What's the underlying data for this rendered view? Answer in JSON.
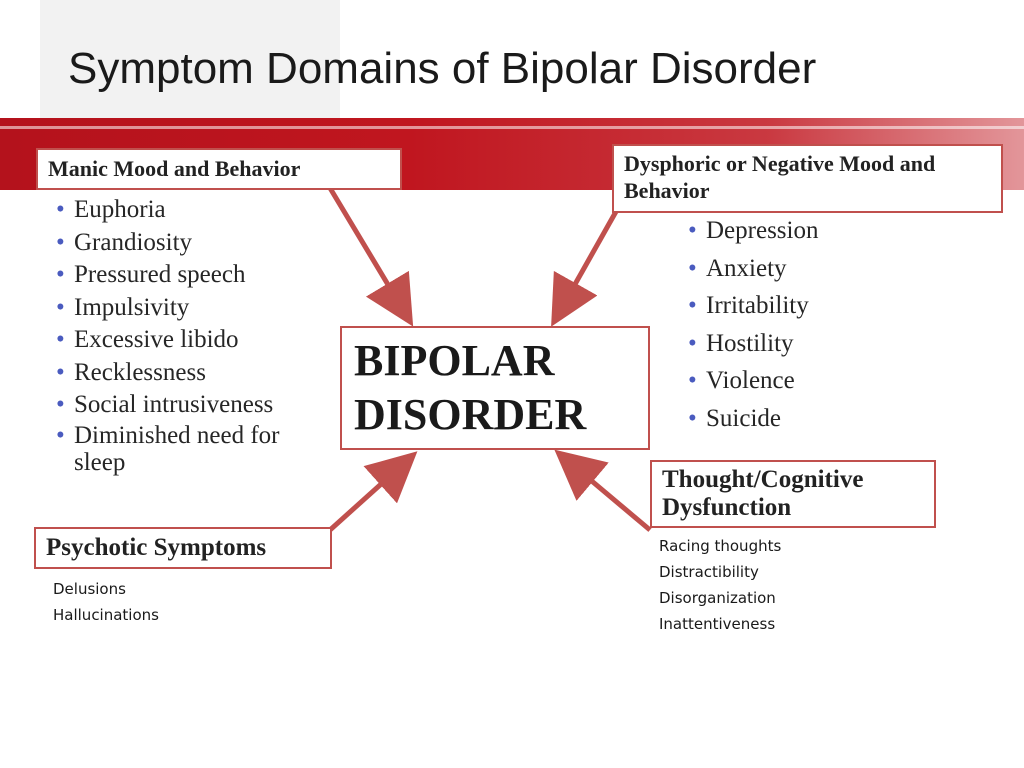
{
  "slide": {
    "title": "Symptom Domains of Bipolar Disorder",
    "center_label_line1": "BIPOLAR",
    "center_label_line2": "DISORDER"
  },
  "manic": {
    "heading": "Manic Mood and Behavior",
    "items": [
      "Euphoria",
      "Grandiosity",
      "Pressured speech",
      "Impulsivity",
      "Excessive libido",
      "Recklessness",
      "Social intrusiveness",
      "Diminished need for sleep"
    ]
  },
  "dysphoric": {
    "heading": "Dysphoric or Negative Mood and Behavior",
    "items": [
      "Depression",
      "Anxiety",
      "Irritability",
      "Hostility",
      "Violence",
      "Suicide"
    ]
  },
  "psychotic": {
    "heading": "Psychotic Symptoms",
    "items": [
      "Delusions",
      "Hallucinations"
    ]
  },
  "cognitive": {
    "heading": "Thought/Cognitive Dysfunction",
    "items": [
      "Racing thoughts",
      "Distractibility",
      "Disorganization",
      "Inattentiveness"
    ]
  },
  "colors": {
    "accent": "#c0504d",
    "band": "#c0161f",
    "bullet": "#4a5bbf"
  }
}
